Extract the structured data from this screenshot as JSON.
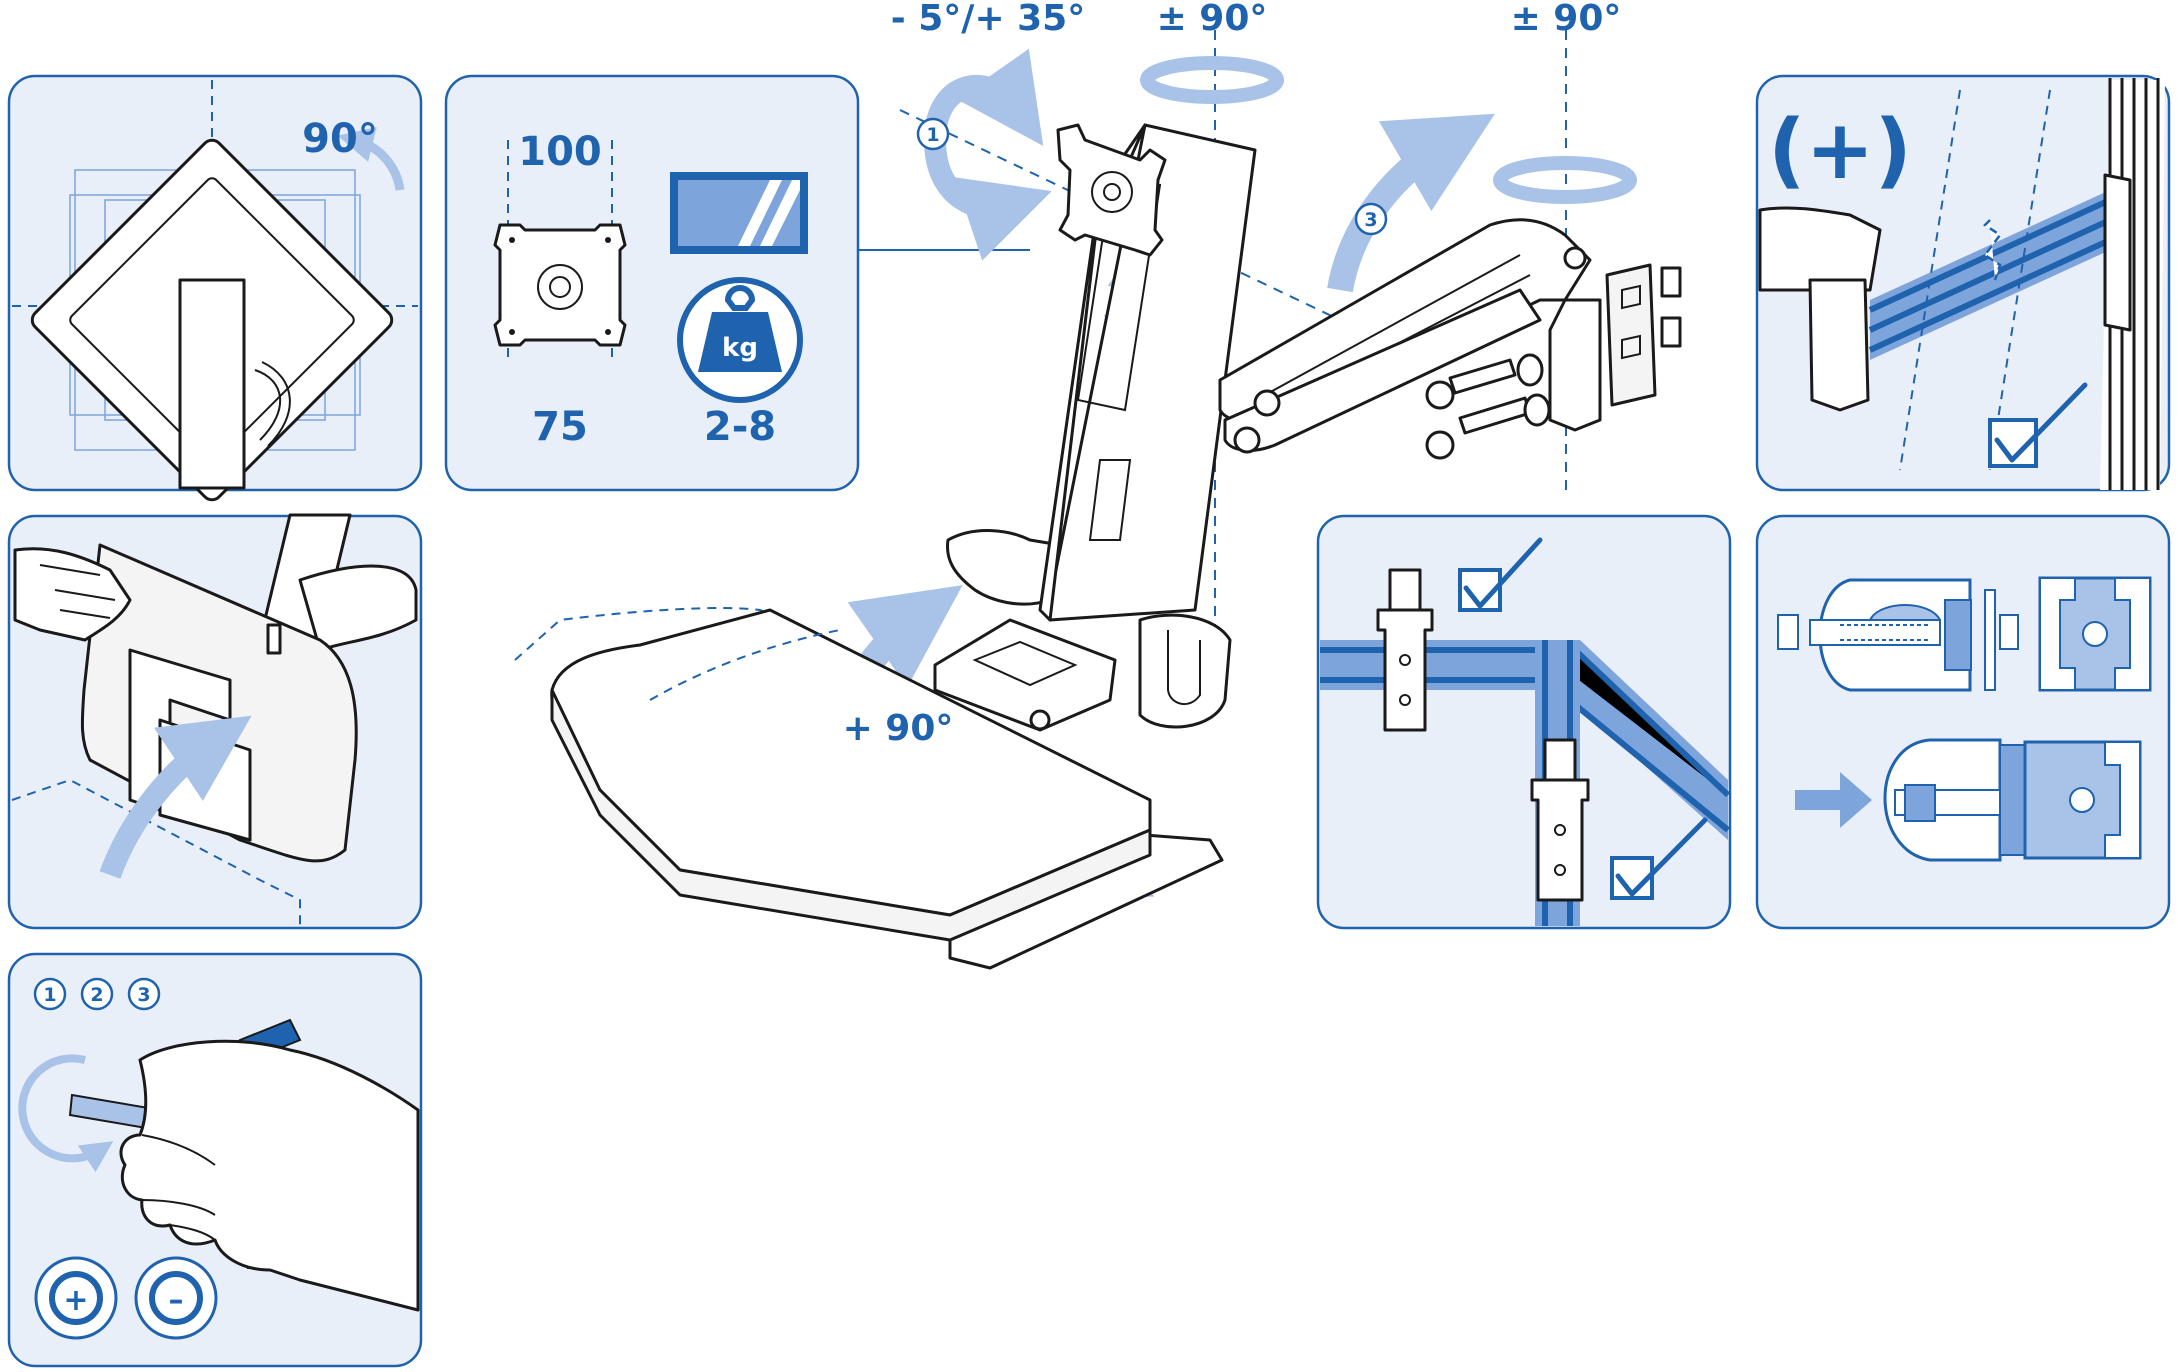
{
  "labels": {
    "tilt_range": "- 5°/+ 35°",
    "pan_column": "± 90°",
    "pan_arm": "± 90°",
    "rotate": "90°",
    "vesa_large": "100",
    "vesa_small": "75",
    "weight_range": "2-8",
    "weight_unit": "kg",
    "keyboard_tilt": "+ 90°",
    "plus_sign": "(+)",
    "step_1": "1",
    "step_2": "2",
    "step_3": "3",
    "tension_plus": "+",
    "tension_minus": "–"
  },
  "colors": {
    "accent": "#1f63ae",
    "panel_fill": "#e9eff9",
    "arrow_fill": "#a9c2e8",
    "ink": "#1a1a1a"
  },
  "icons": [
    "rotation-arrow-icon",
    "weight-icon",
    "check-icon",
    "screwdriver-icon",
    "tension-plus-icon",
    "tension-minus-icon"
  ]
}
